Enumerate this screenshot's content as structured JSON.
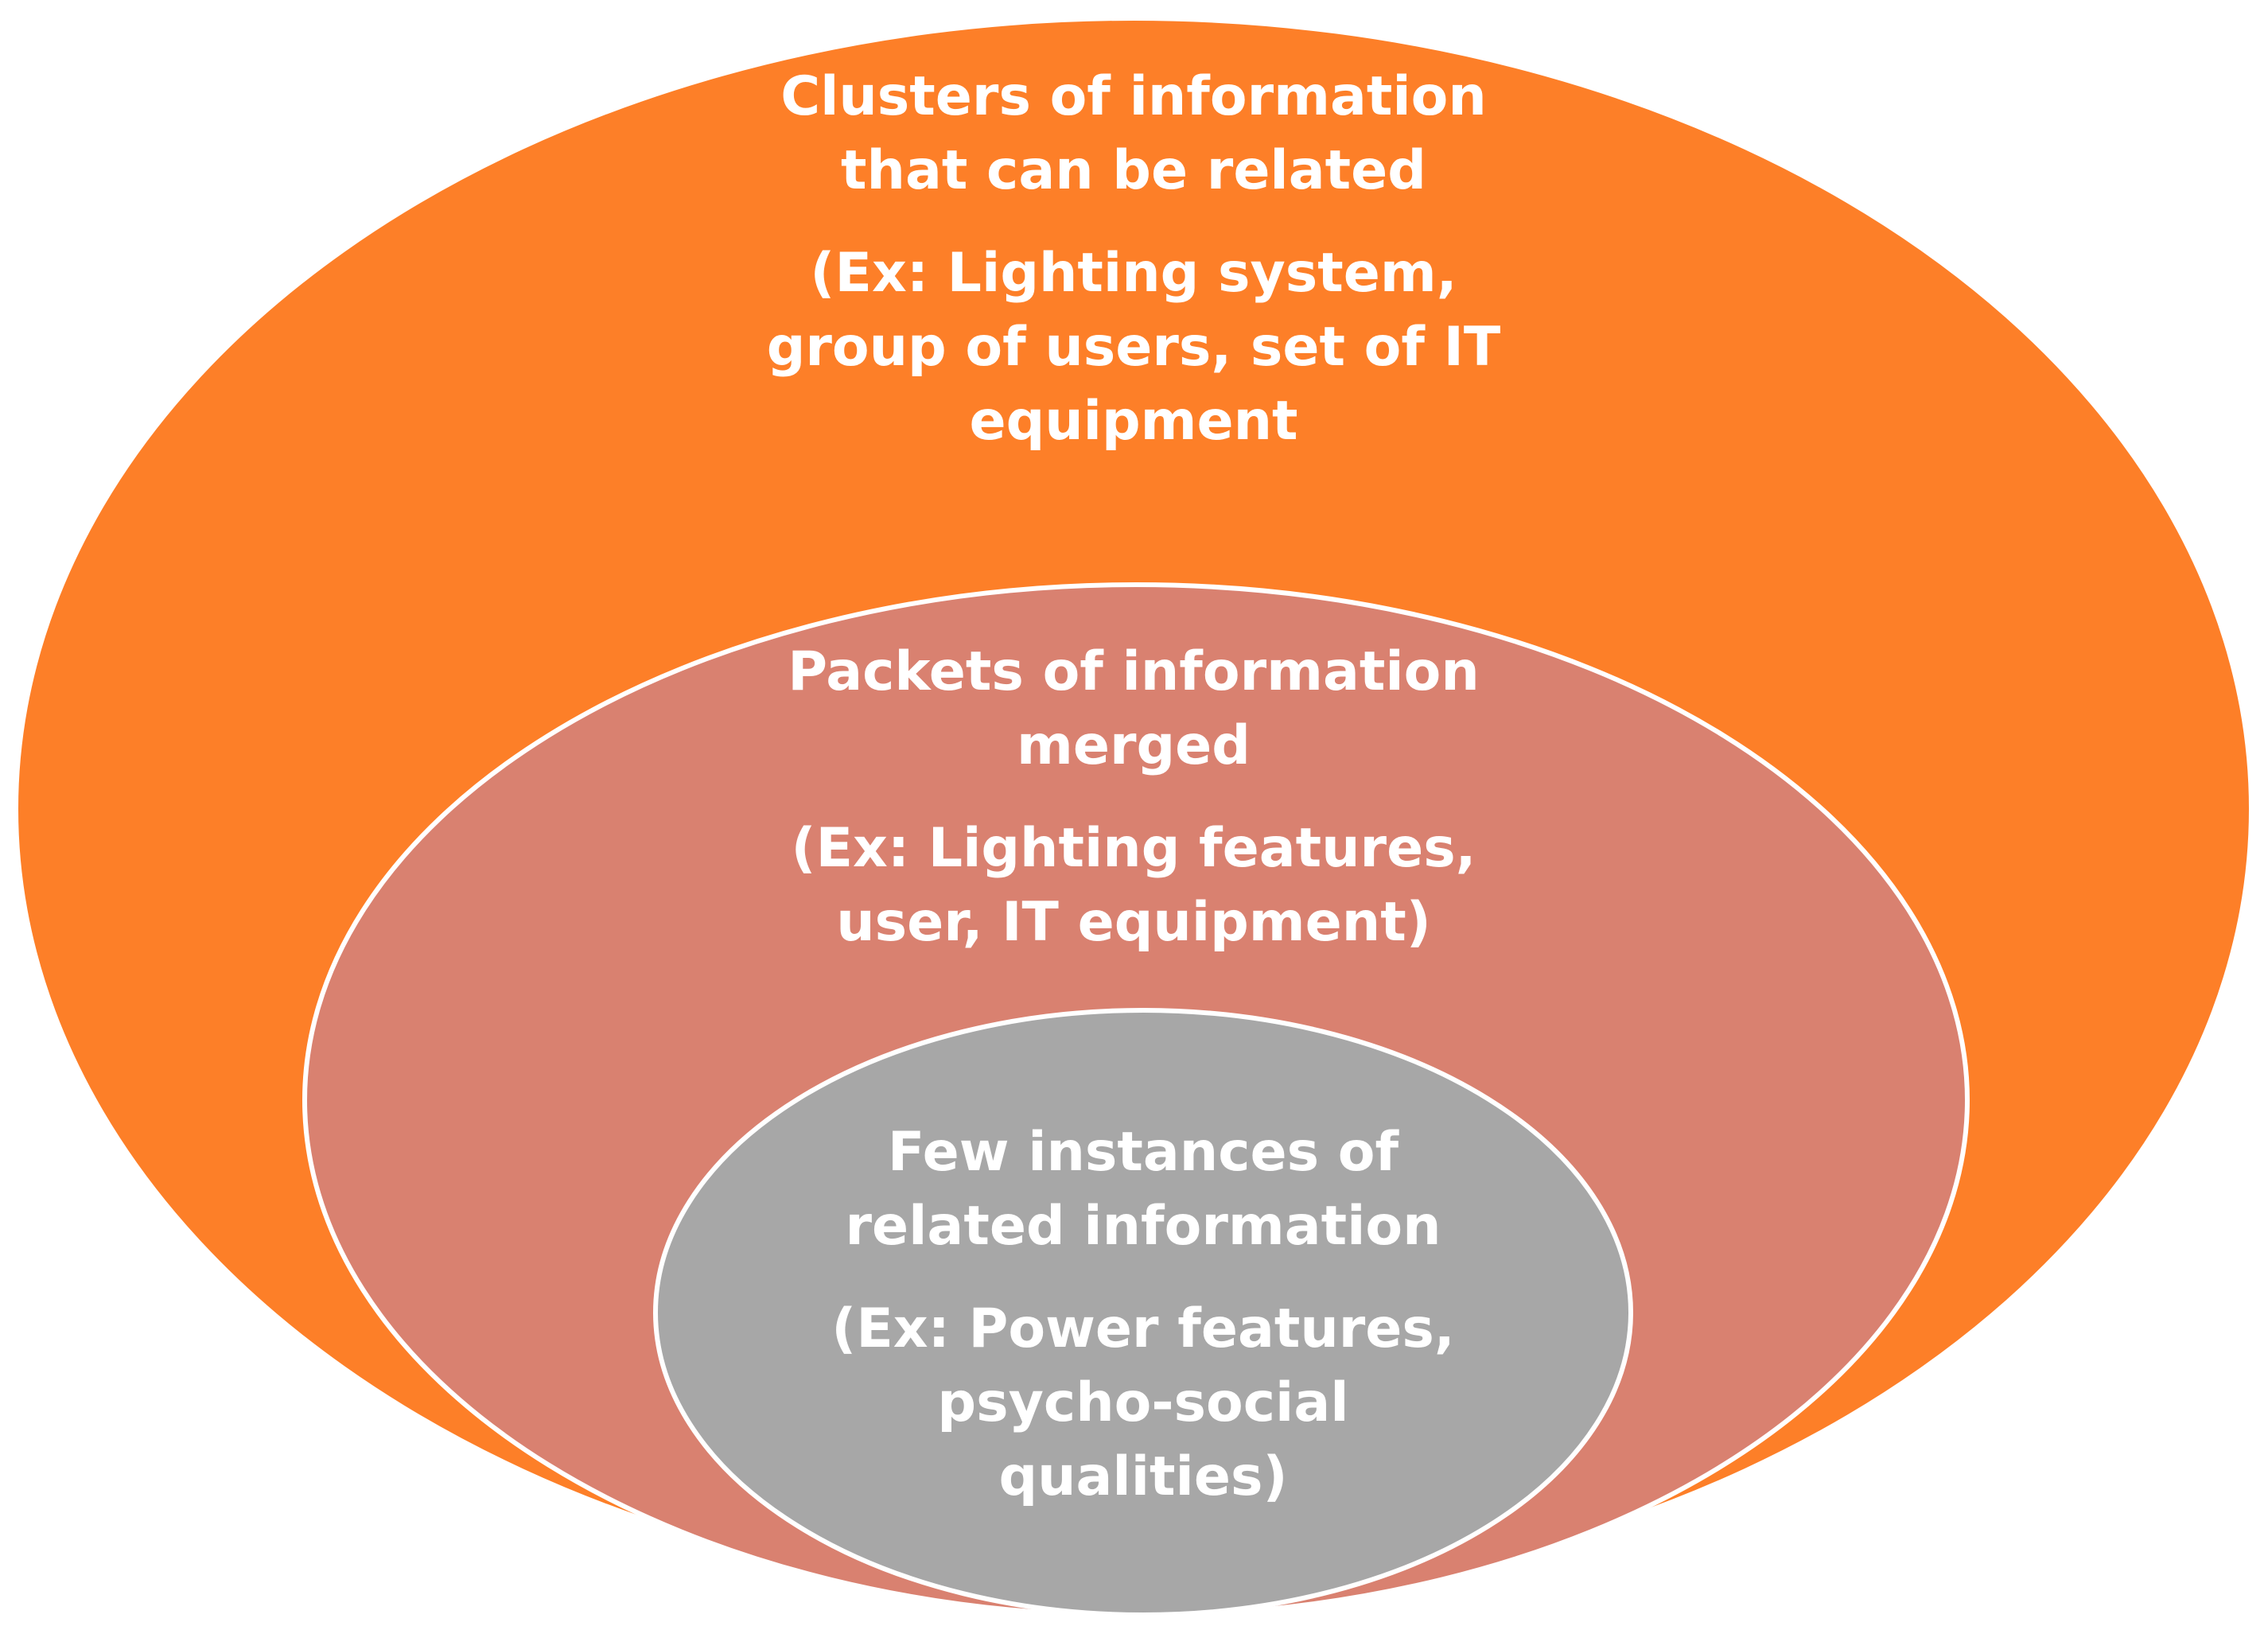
{
  "colors": {
    "outer": "#fd7f28",
    "middle": "#d98170",
    "inner": "#a7a7a7",
    "stroke": "#ffffff",
    "text": "#ffffff"
  },
  "outer": {
    "title_lines": [
      "Clusters of information",
      "that can be related"
    ],
    "example_lines": [
      "(Ex: Lighting system,",
      "group of users, set of IT",
      "equipment"
    ]
  },
  "middle": {
    "title_lines": [
      "Packets of information",
      "merged"
    ],
    "example_lines": [
      "(Ex: Lighting features,",
      "user, IT equipment)"
    ]
  },
  "inner": {
    "title_lines": [
      "Few instances of",
      "related information"
    ],
    "example_lines": [
      "(Ex: Power features,",
      "psycho-social",
      "qualities)"
    ]
  }
}
